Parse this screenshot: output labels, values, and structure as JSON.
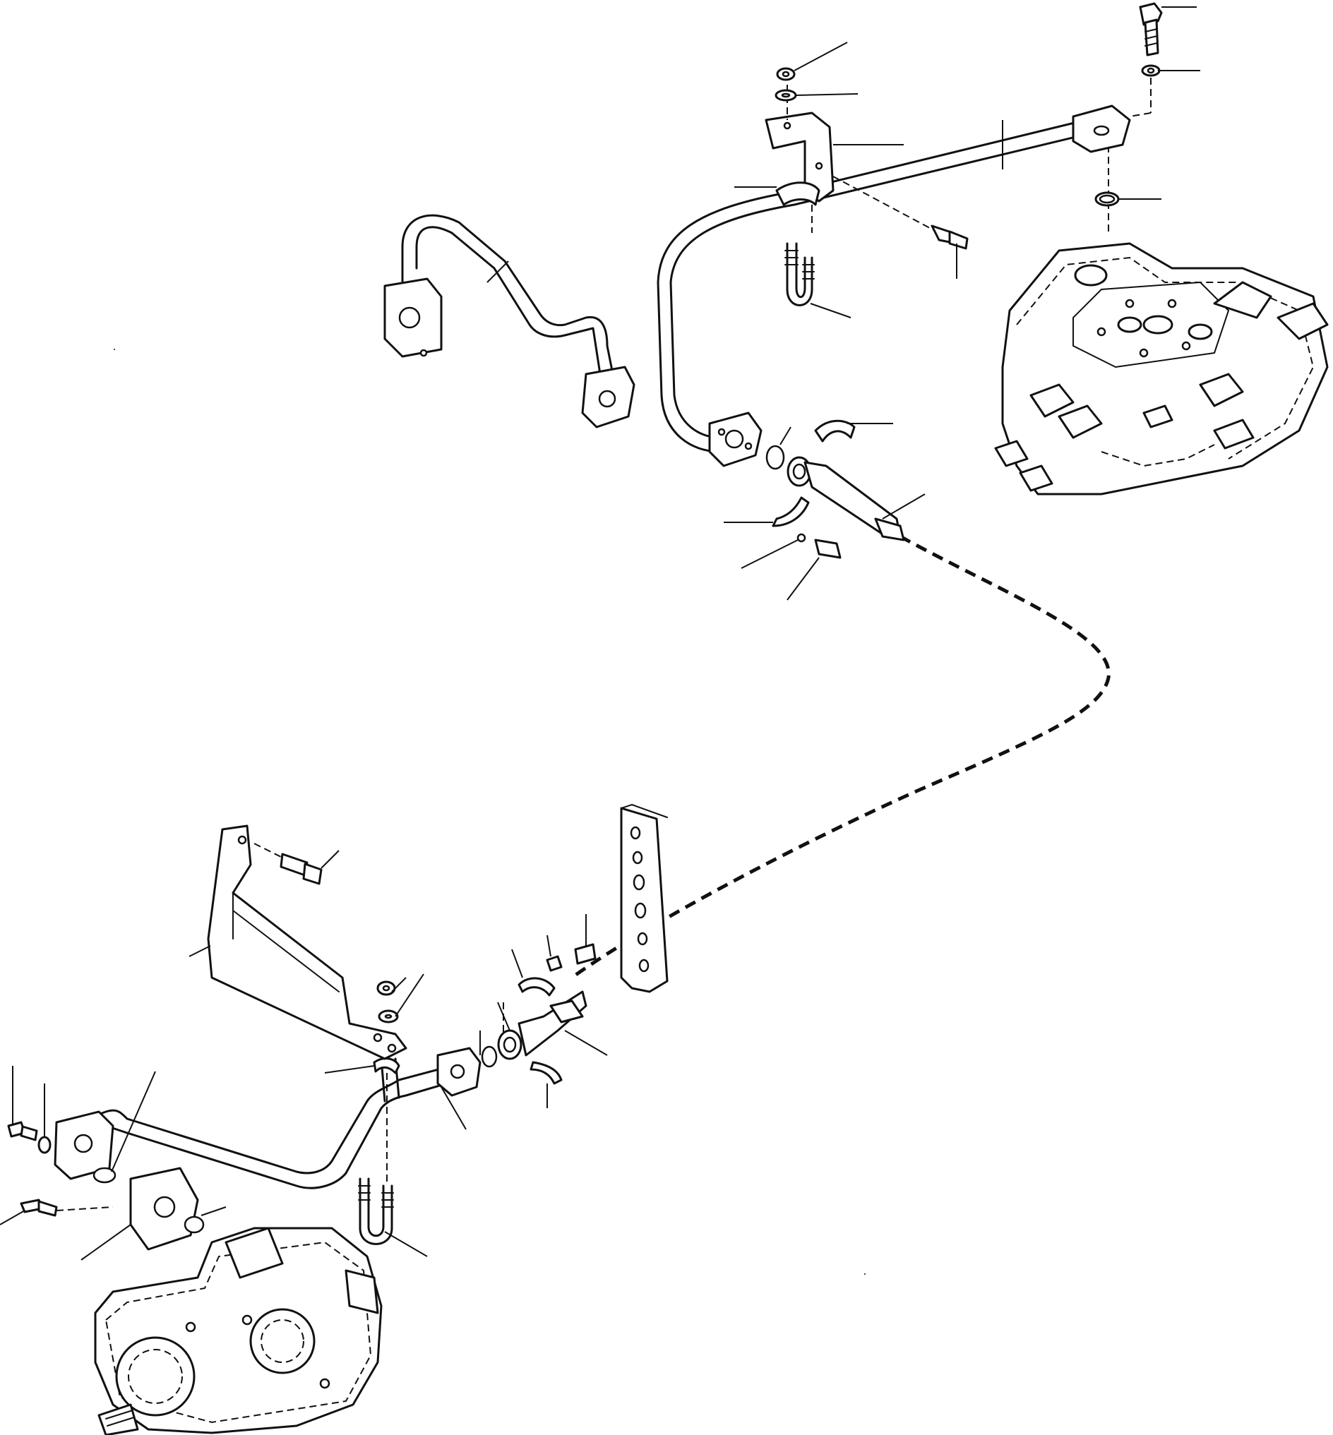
{
  "figure": {
    "callout_labels": [],
    "colors": {
      "ink": "#111111",
      "paper": "#ffffff"
    },
    "components": [
      "control-valve",
      "hydraulic-pump",
      "upper-pipe",
      "detached-pipe",
      "lower-pipe",
      "hose",
      "support-bracket",
      "mounting-plate",
      "upper-u-bolt",
      "lower-u-bolt",
      "pipe-clamp-bracket"
    ]
  }
}
